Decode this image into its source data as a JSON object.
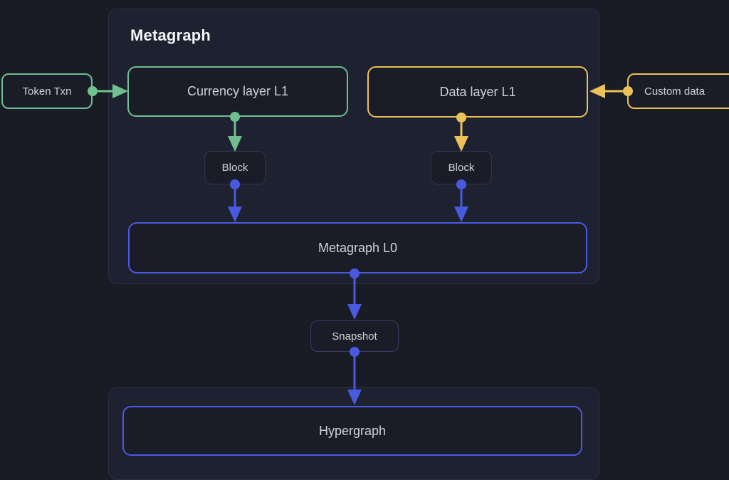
{
  "colors": {
    "bg": "#191c25",
    "panel": "#1d2130",
    "panel-border": "#2b2f42",
    "node-fill": "#1a1d28",
    "green": "#6fbf90",
    "yellow": "#ecc258",
    "blue": "#4a5ae0",
    "subtle-border": "#303552",
    "snapshot-border": "#3a3d66",
    "label": "#ced2dc",
    "title": "#f5f6f8"
  },
  "metagraph_panel": {
    "title": "Metagraph",
    "nodes": {
      "currency_l1": {
        "label": "Currency layer L1"
      },
      "data_l1": {
        "label": "Data layer L1"
      },
      "block_left": {
        "label": "Block"
      },
      "block_right": {
        "label": "Block"
      },
      "metagraph_l0": {
        "label": "Metagraph L0"
      }
    }
  },
  "external_nodes": {
    "token_txn": {
      "label": "Token Txn"
    },
    "custom_data": {
      "label": "Custom data"
    },
    "snapshot": {
      "label": "Snapshot"
    }
  },
  "hypergraph_panel": {
    "nodes": {
      "hypergraph": {
        "label": "Hypergraph"
      }
    }
  },
  "edges": [
    {
      "from": "token_txn",
      "to": "currency_l1",
      "color": "green"
    },
    {
      "from": "custom_data",
      "to": "data_l1",
      "color": "yellow"
    },
    {
      "from": "currency_l1",
      "to": "block_left",
      "color": "green"
    },
    {
      "from": "data_l1",
      "to": "block_right",
      "color": "yellow"
    },
    {
      "from": "block_left",
      "to": "metagraph_l0",
      "color": "blue"
    },
    {
      "from": "block_right",
      "to": "metagraph_l0",
      "color": "blue"
    },
    {
      "from": "metagraph_l0",
      "to": "snapshot",
      "color": "blue"
    },
    {
      "from": "snapshot",
      "to": "hypergraph",
      "color": "blue"
    }
  ]
}
